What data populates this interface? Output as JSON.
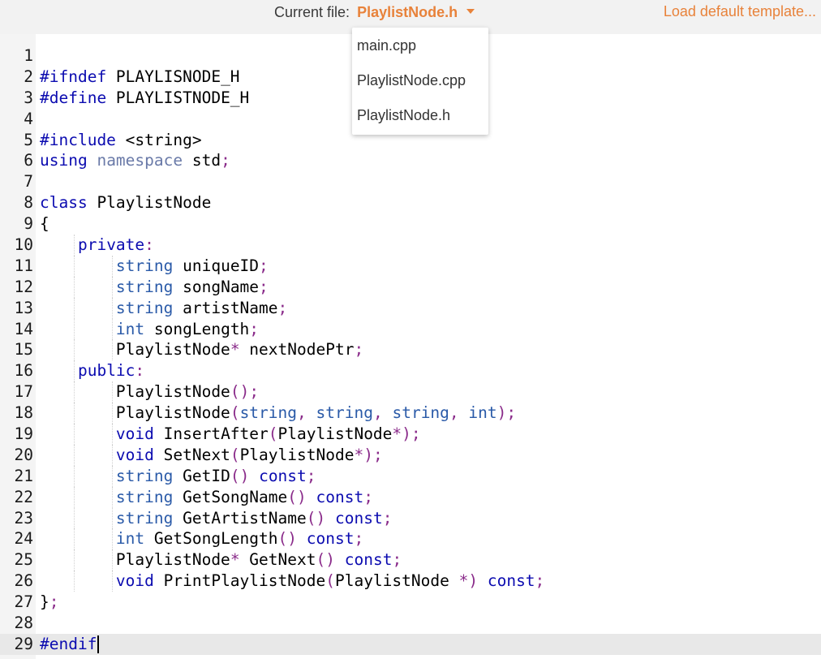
{
  "header": {
    "current_file_label": "Current file:",
    "current_file_name": "PlaylistNode.h",
    "load_template": "Load default template..."
  },
  "dropdown": {
    "options": [
      "main.cpp",
      "PlaylistNode.cpp",
      "PlaylistNode.h"
    ]
  },
  "editor": {
    "lines": [
      {
        "n": "1",
        "t": ""
      },
      {
        "n": "2",
        "t": "#ifndef PLAYLISNODE_H"
      },
      {
        "n": "3",
        "t": "#define PLAYLISTNODE_H"
      },
      {
        "n": "4",
        "t": ""
      },
      {
        "n": "5",
        "t": "#include <string>"
      },
      {
        "n": "6",
        "t": "using namespace std;"
      },
      {
        "n": "7",
        "t": ""
      },
      {
        "n": "8",
        "t": "class PlaylistNode"
      },
      {
        "n": "9",
        "t": "{"
      },
      {
        "n": "10",
        "t": "    private:"
      },
      {
        "n": "11",
        "t": "        string uniqueID;"
      },
      {
        "n": "12",
        "t": "        string songName;"
      },
      {
        "n": "13",
        "t": "        string artistName;"
      },
      {
        "n": "14",
        "t": "        int songLength;"
      },
      {
        "n": "15",
        "t": "        PlaylistNode* nextNodePtr;"
      },
      {
        "n": "16",
        "t": "    public:"
      },
      {
        "n": "17",
        "t": "        PlaylistNode();"
      },
      {
        "n": "18",
        "t": "        PlaylistNode(string, string, string, int);"
      },
      {
        "n": "19",
        "t": "        void InsertAfter(PlaylistNode*);"
      },
      {
        "n": "20",
        "t": "        void SetNext(PlaylistNode*);"
      },
      {
        "n": "21",
        "t": "        string GetID() const;"
      },
      {
        "n": "22",
        "t": "        string GetSongName() const;"
      },
      {
        "n": "23",
        "t": "        string GetArtistName() const;"
      },
      {
        "n": "24",
        "t": "        int GetSongLength() const;"
      },
      {
        "n": "25",
        "t": "        PlaylistNode* GetNext() const;"
      },
      {
        "n": "26",
        "t": "        void PrintPlaylistNode(PlaylistNode *) const;"
      },
      {
        "n": "27",
        "t": "};"
      },
      {
        "n": "28",
        "t": ""
      },
      {
        "n": "29",
        "t": "#endif"
      }
    ],
    "active_line": 29
  }
}
